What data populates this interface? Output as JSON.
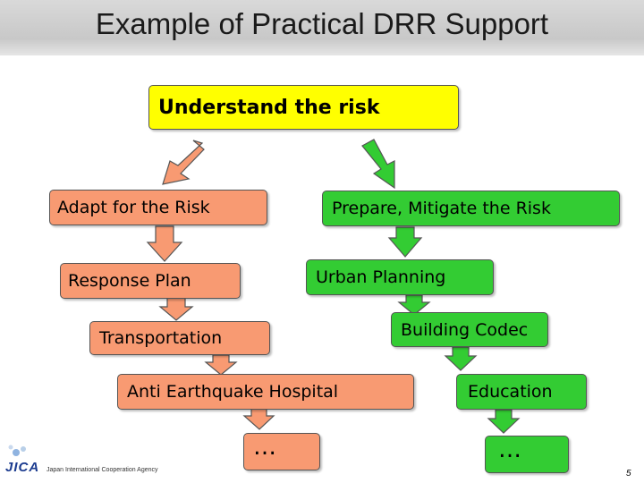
{
  "title": "Example of Practical DRR Support",
  "nodes": {
    "understand": "Understand the risk",
    "adapt": "Adapt for the Risk",
    "prepare": "Prepare, Mitigate the Risk",
    "response": "Response Plan",
    "urban": "Urban Planning",
    "transportation": "Transportation",
    "building": "Building Codec",
    "hospital": "Anti Earthquake Hospital",
    "education": "Education",
    "more_left": "…",
    "more_right": "…"
  },
  "footer": {
    "logo_text": "JICA",
    "agency_name": "Japan International Cooperation Agency",
    "page_number": "5"
  },
  "colors": {
    "root": "#ffff00",
    "risk_adapt_branch": "#f89a72",
    "mitigate_branch": "#33cc33"
  }
}
